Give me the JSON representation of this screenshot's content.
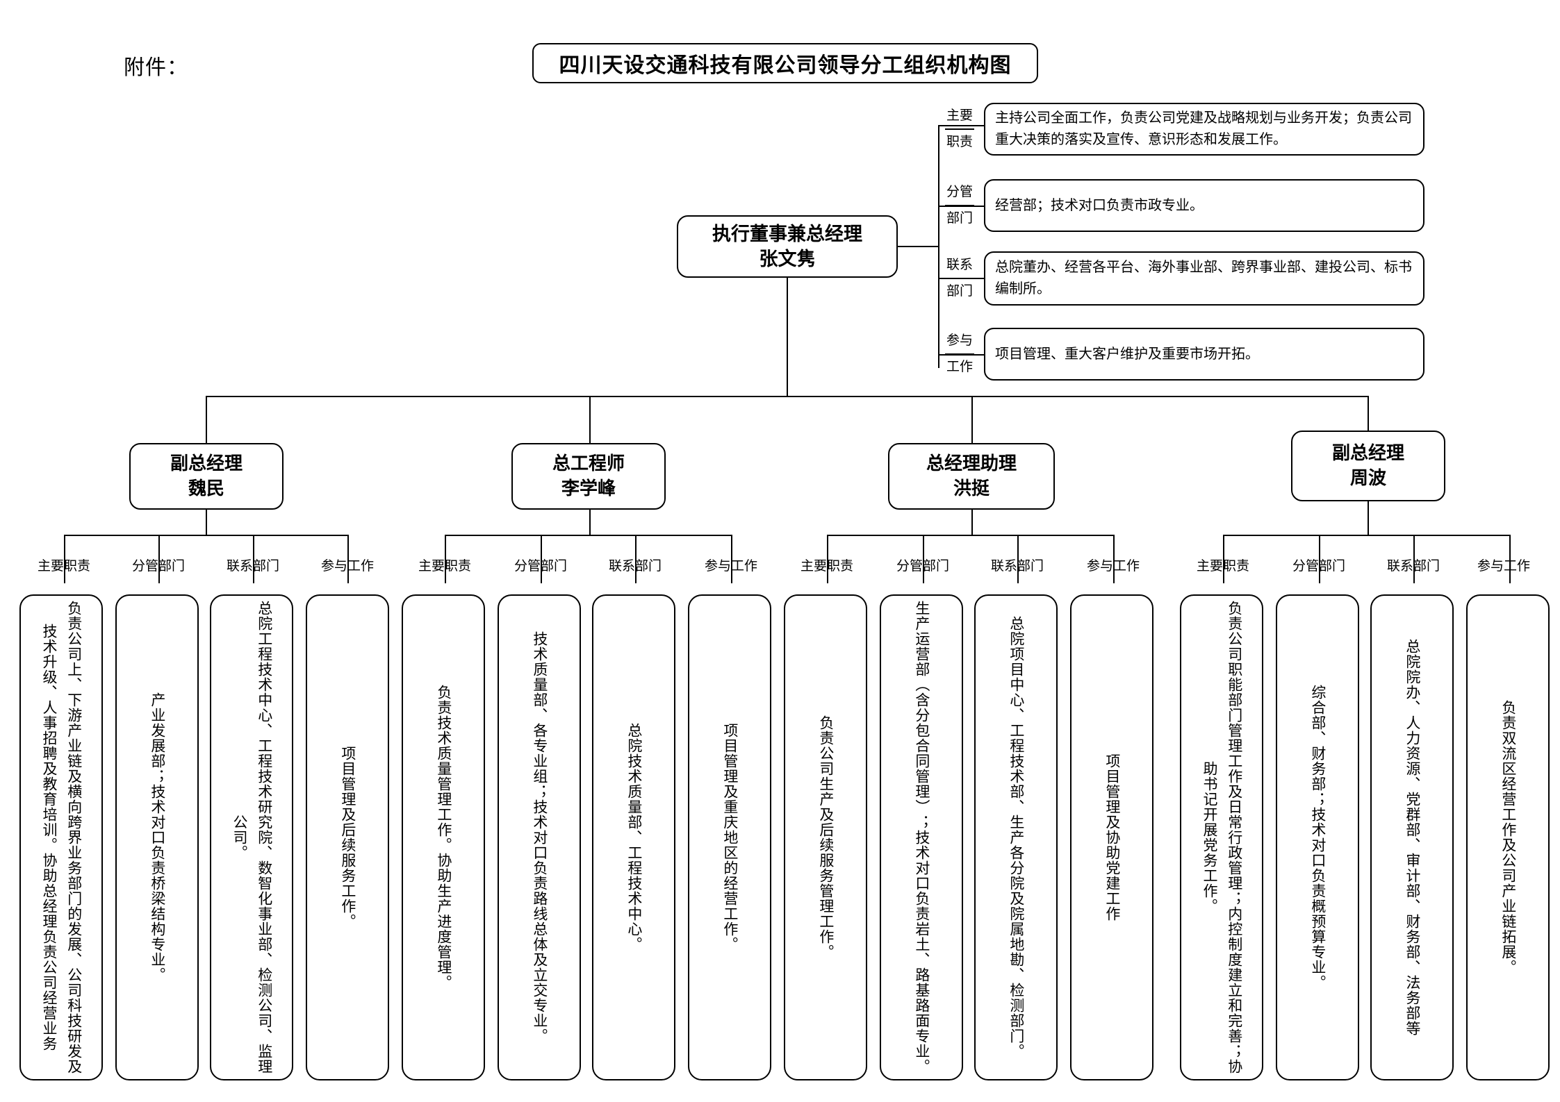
{
  "attachment_label": "附件：",
  "title": "四川天设交通科技有限公司领导分工组织机构图",
  "executive": {
    "role": "执行董事兼总经理",
    "name": "张文隽",
    "details": [
      {
        "key_line1": "主要",
        "key_line2": "职责",
        "text": "主持公司全面工作，负责公司党建及战略规划与业务开发；负责公司重大决策的落实及宣传、意识形态和发展工作。"
      },
      {
        "key_line1": "分管",
        "key_line2": "部门",
        "text": "经营部；技术对口负责市政专业。"
      },
      {
        "key_line1": "联系",
        "key_line2": "部门",
        "text": "总院董办、经营各平台、海外事业部、跨界事业部、建投公司、标书编制所。"
      },
      {
        "key_line1": "参与",
        "key_line2": "工作",
        "text": "项目管理、重大客户维护及重要市场开拓。"
      }
    ]
  },
  "column_headers": [
    "主要职责",
    "分管部门",
    "联系部门",
    "参与工作"
  ],
  "managers": [
    {
      "role": "副总经理",
      "name": "魏民",
      "columns": [
        {
          "header": "主要职责",
          "text": "负责公司上、下游产业链及横向跨界业务部门的发展、公司科技研发及技术升级、人事招聘及教育培训。协助总经理负责公司经营业务"
        },
        {
          "header": "分管部门",
          "text": "产业发展部；技术对口负责桥梁结构专业。"
        },
        {
          "header": "联系部门",
          "text": "总院工程技术中心、工程技术研究院、数智化事业部、检测公司、监理公司。"
        },
        {
          "header": "参与工作",
          "text": "项目管理及后续服务工作。"
        }
      ]
    },
    {
      "role": "总工程师",
      "name": "李学峰",
      "columns": [
        {
          "header": "主要职责",
          "text": "负责技术质量管理工作。协助生产进度管理。"
        },
        {
          "header": "分管部门",
          "text": "技术质量部、各专业组；技术对口负责路线总体及立交专业。"
        },
        {
          "header": "联系部门",
          "text": "总院技术质量部、工程技术中心。"
        },
        {
          "header": "参与工作",
          "text": "项目管理及重庆地区的经营工作。"
        }
      ]
    },
    {
      "role": "总经理助理",
      "name": "洪挺",
      "columns": [
        {
          "header": "主要职责",
          "text": "负责公司生产及后续服务管理工作。"
        },
        {
          "header": "分管部门",
          "text": "生产运营部（含分包合同管理）；技术对口负责岩土、路基路面专业。"
        },
        {
          "header": "联系部门",
          "text": "总院项目中心、工程技术部、生产各分院及院属地勘、检测部门。"
        },
        {
          "header": "参与工作",
          "text": "项目管理及协助党建工作"
        }
      ]
    },
    {
      "role": "副总经理",
      "name": "周波",
      "columns": [
        {
          "header": "主要职责",
          "text": "负责公司职能部门管理工作及日常行政管理；内控制度建立和完善；协助书记开展党务工作。"
        },
        {
          "header": "分管部门",
          "text": "综合部、财务部；技术对口负责概预算专业。"
        },
        {
          "header": "联系部门",
          "text": "总院院办、人力资源、党群部、审计部、财务部、法务部等"
        },
        {
          "header": "参与工作",
          "text": "负责双流区经营工作及公司产业链拓展。"
        }
      ]
    }
  ],
  "colors": {
    "line": "#000000",
    "background": "#ffffff",
    "text": "#000000"
  }
}
